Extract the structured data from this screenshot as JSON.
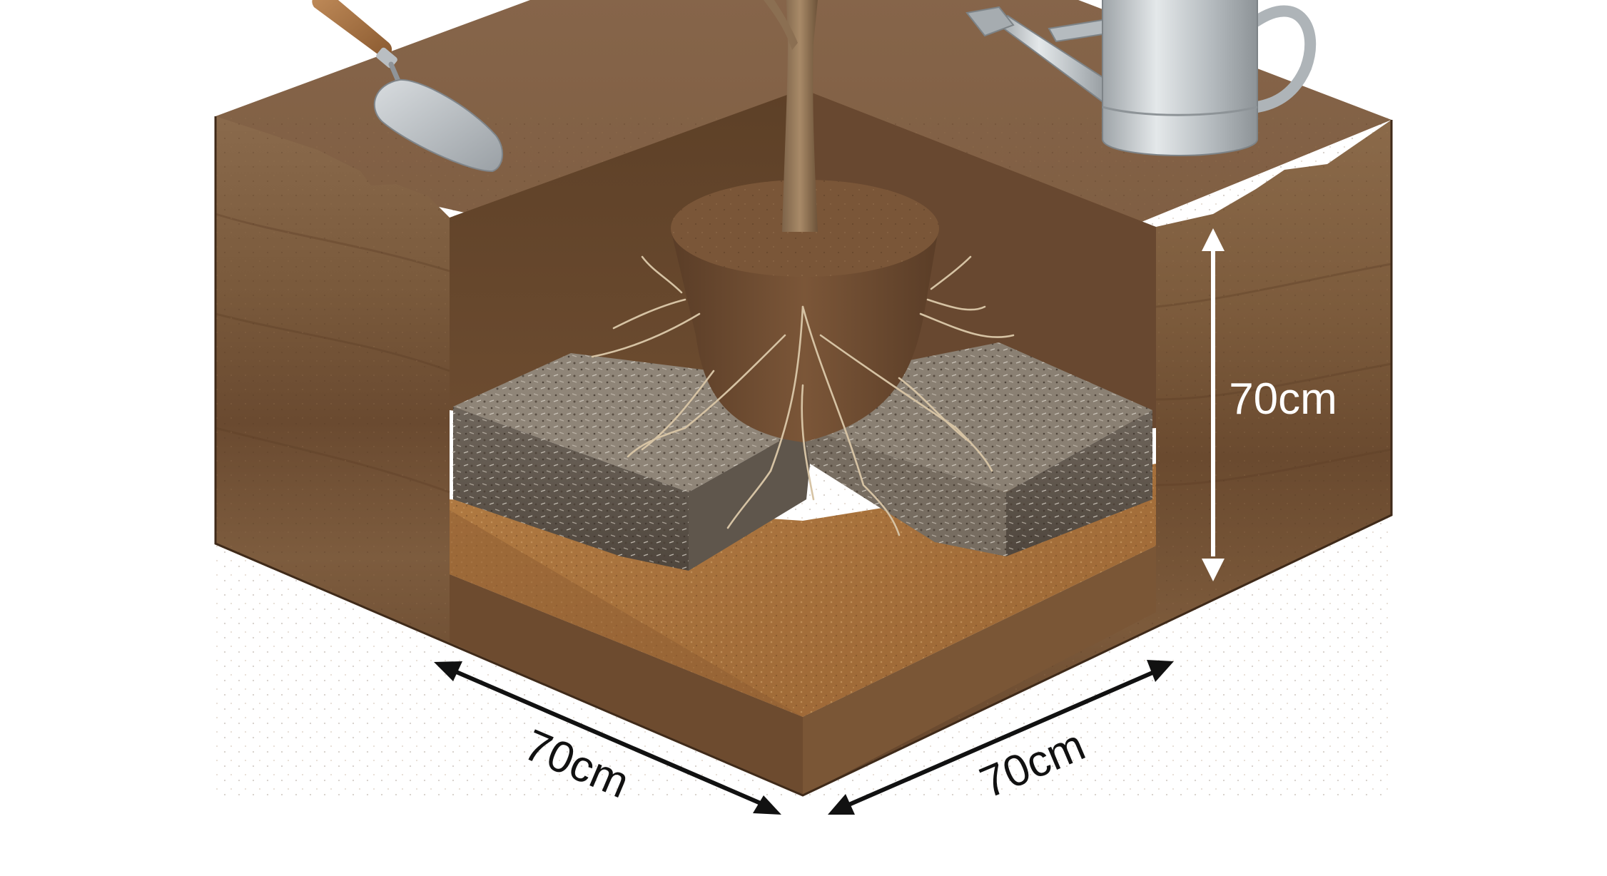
{
  "dimensions": {
    "depth_label": "70cm",
    "width_left_label": "70cm",
    "width_right_label": "70cm"
  },
  "colors": {
    "background": "#ffffff",
    "topsoil": "#8a6a49",
    "soil_dark": "#6b4a2e",
    "soil_mid": "#7d5a3a",
    "pit_wall": "#5e4128",
    "subsoil": "#a8743f",
    "mulch": "#8f8578",
    "arrow_white": "#ffffff",
    "arrow_black": "#111111"
  },
  "icons": [
    "trowel-icon",
    "watering-can-icon",
    "tree-icon"
  ]
}
